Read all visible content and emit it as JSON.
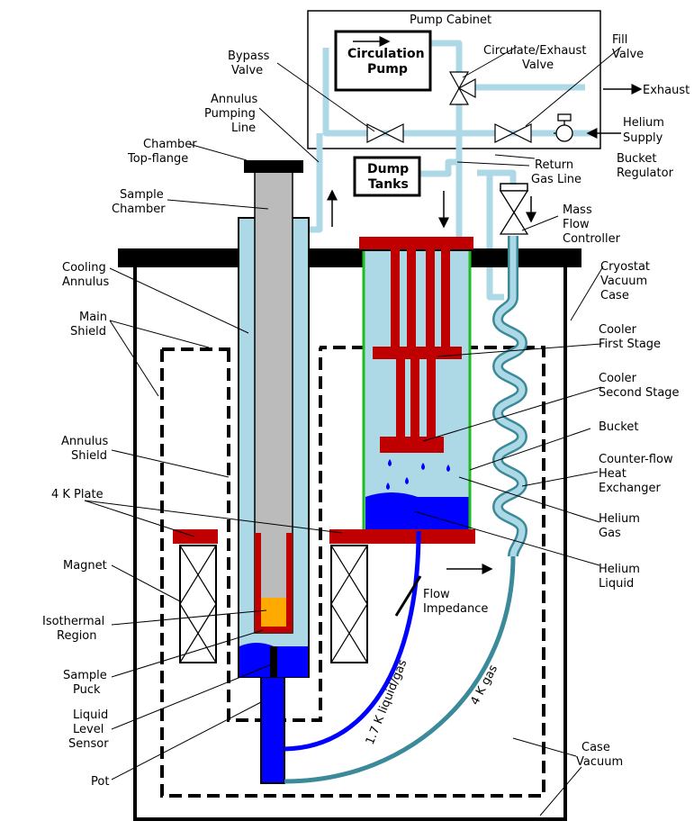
{
  "colors": {
    "pipe": "#add8e6",
    "helium_gas": "#add8e6",
    "helium_liquid": "#0000ff",
    "cooler": "#c00000",
    "bucket_wall": "#22bb22",
    "sample_chamber": "#bbbbbb",
    "isothermal": "#ffaa00",
    "gas_return_line": "#3a8a9a"
  },
  "boxes": {
    "pump_cabinet": "Pump Cabinet",
    "circulation_pump": [
      "Circulation",
      "Pump"
    ],
    "dump_tanks": [
      "Dump",
      "Tanks"
    ]
  },
  "labels": {
    "bypass_valve": [
      "Bypass",
      "Valve"
    ],
    "circulate_exhaust": [
      "Circulate/Exhaust",
      "Valve"
    ],
    "fill_valve": [
      "Fill",
      "Valve"
    ],
    "exhaust": "Exhaust",
    "helium_supply": [
      "Helium",
      "Supply"
    ],
    "bucket_regulator": [
      "Bucket",
      "Regulator"
    ],
    "annulus_pumping_line": [
      "Annulus",
      "Pumping",
      "Line"
    ],
    "chamber_top_flange": [
      "Chamber",
      "Top-flange"
    ],
    "return_gas_line": [
      "Return",
      "Gas Line"
    ],
    "sample_chamber": [
      "Sample",
      "Chamber"
    ],
    "mass_flow_controller": [
      "Mass",
      "Flow",
      "Controller"
    ],
    "cooling_annulus": [
      "Cooling",
      "Annulus"
    ],
    "cryostat_vacuum_case": [
      "Cryostat",
      "Vacuum",
      "Case"
    ],
    "main_shield": [
      "Main",
      "Shield"
    ],
    "cooler_first_stage": [
      "Cooler",
      "First Stage"
    ],
    "cooler_second_stage": [
      "Cooler",
      "Second Stage"
    ],
    "bucket": "Bucket",
    "annulus_shield": [
      "Annulus",
      "Shield"
    ],
    "counter_flow_hx": [
      "Counter-flow",
      "Heat",
      "Exchanger"
    ],
    "four_k_plate": "4 K Plate",
    "helium_gas": [
      "Helium",
      "Gas"
    ],
    "magnet": "Magnet",
    "helium_liquid": [
      "Helium",
      "Liquid"
    ],
    "flow_impedance": [
      "Flow",
      "Impedance"
    ],
    "isothermal_region": [
      "Isothermal",
      "Region"
    ],
    "sample_puck": [
      "Sample",
      "Puck"
    ],
    "liquid_level_sensor": [
      "Liquid",
      "Level",
      "Sensor"
    ],
    "pot": "Pot",
    "case_vacuum": [
      "Case",
      "Vacuum"
    ],
    "liquid_gas_line": "1.7 K liquid/gas",
    "four_k_gas": "4 K gas"
  }
}
